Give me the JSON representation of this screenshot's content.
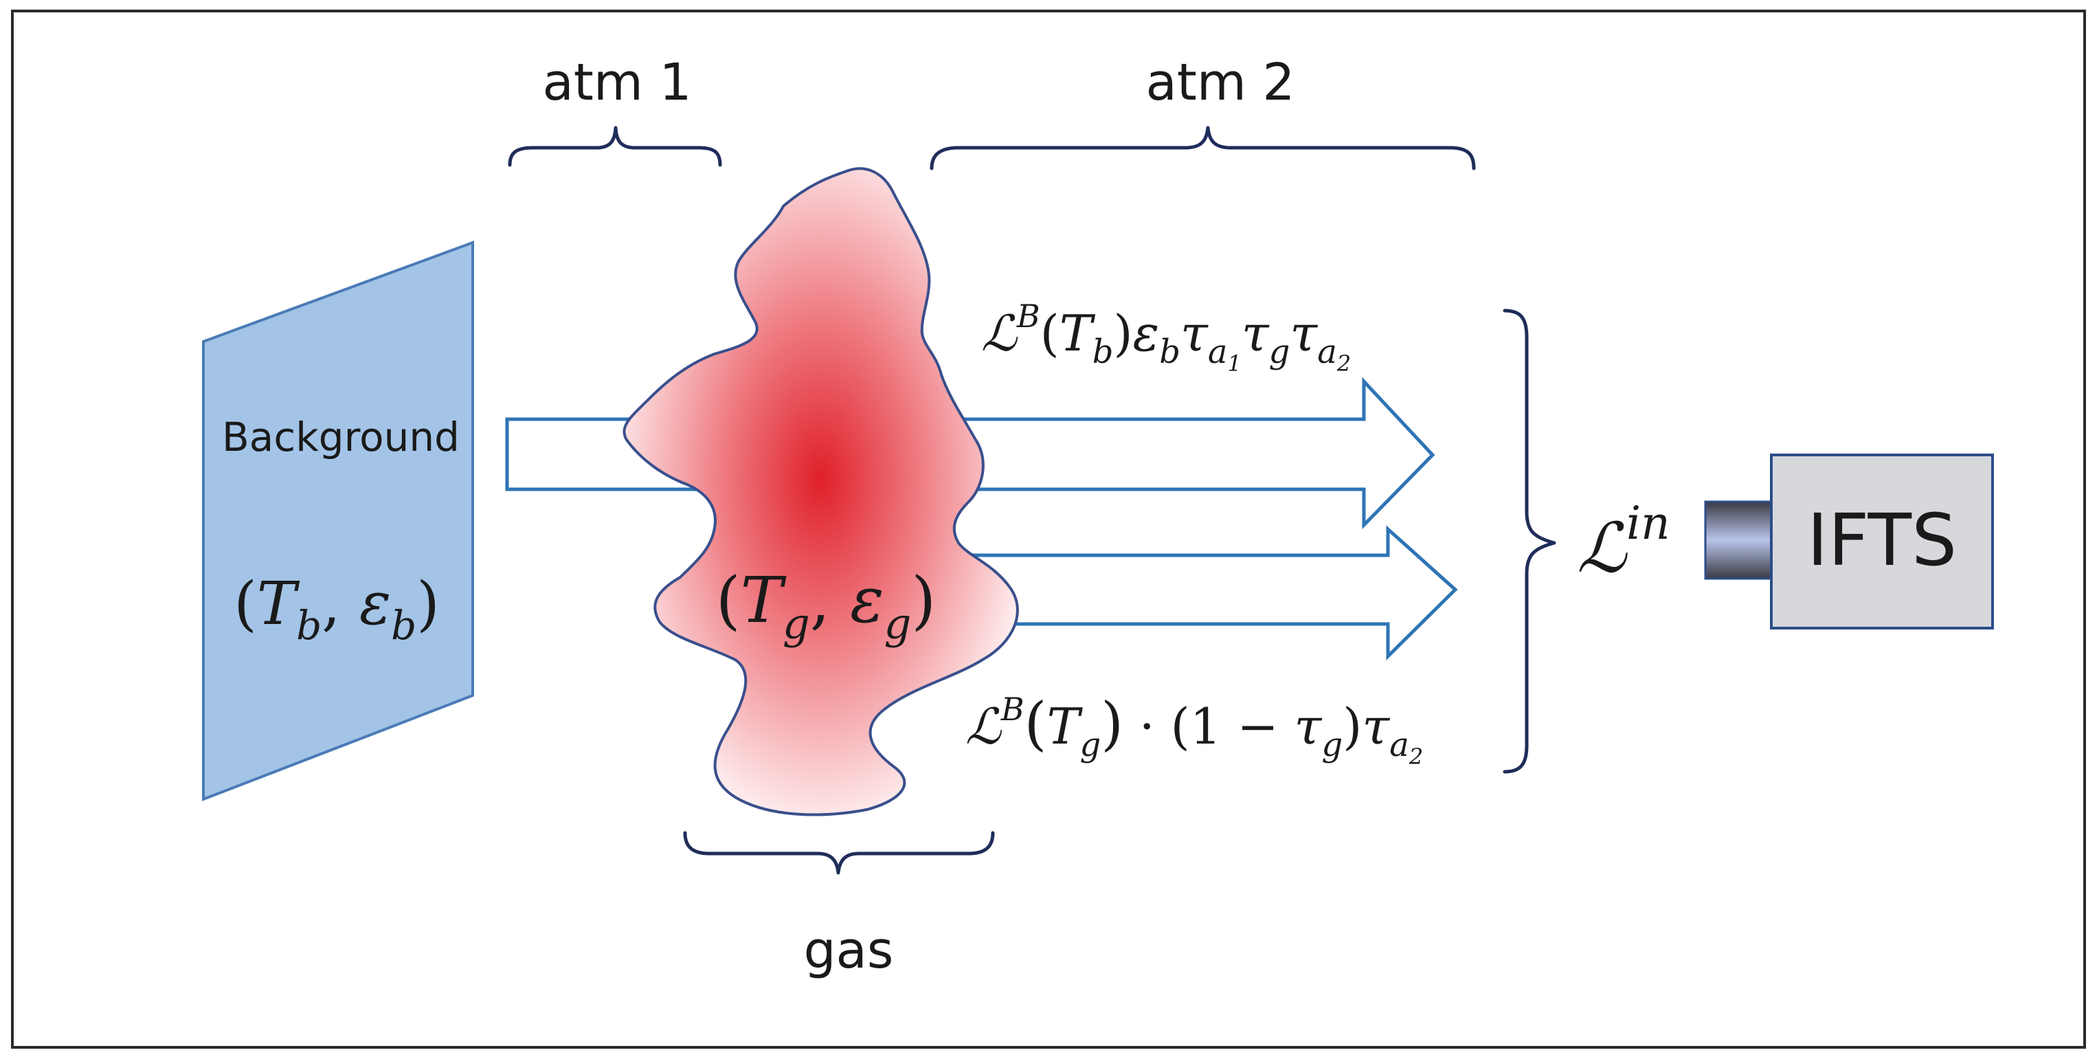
{
  "labels": {
    "atm1": "atm 1",
    "atm2": "atm 2",
    "gas": "gas",
    "background": "Background",
    "ifts": "IFTS"
  },
  "formulas": {
    "background_params": "(Tb, εb)",
    "gas_params": "(Tg, εg)",
    "radiance_background": "ℒB(Tb)εbτa1τgτa2",
    "radiance_gas": "ℒB(Tg) · (1 − τg)τa2",
    "input_radiance": "ℒin"
  },
  "colors": {
    "frame": "#2b2b2b",
    "background_fill": "#a3c4e6",
    "background_stroke": "#4a7bb6",
    "arrow_stroke": "#2e74b5",
    "brace": "#1f2d5a",
    "gas_center": "#e0202a",
    "gas_edge": "#fff2f3",
    "gas_stroke": "#3a4f8c",
    "ifts_fill": "#d6d8dc",
    "ifts_stroke": "#2c4d8a",
    "lens_light": "#b8c4ea",
    "lens_dark": "#3a3a44"
  }
}
